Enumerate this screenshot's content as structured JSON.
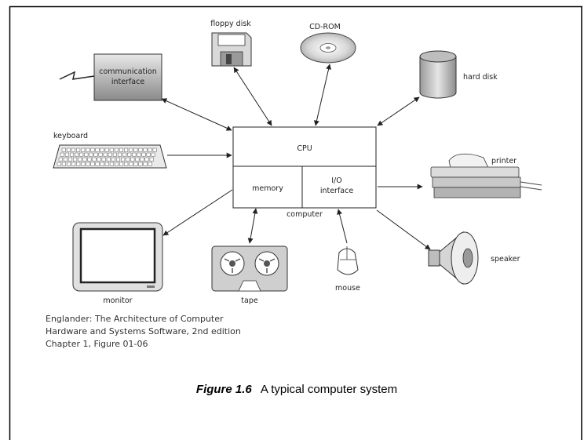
{
  "figure": {
    "cpu_label": "CPU",
    "memory_label": "memory",
    "io_label_line1": "I/O",
    "io_label_line2": "interface",
    "computer_label": "computer",
    "devices": {
      "communication_line1": "communication",
      "communication_line2": "interface",
      "floppy": "floppy disk",
      "cdrom": "CD-ROM",
      "hard_disk": "hard disk",
      "keyboard": "keyboard",
      "printer": "printer",
      "monitor": "monitor",
      "tape": "tape",
      "mouse": "mouse",
      "speaker": "speaker"
    }
  },
  "credit": {
    "line1": "Englander: The Architecture of Computer",
    "line2": "Hardware and Systems Software, 2nd edition",
    "line3": "Chapter 1, Figure 01-06"
  },
  "caption": {
    "number": "Figure 1.6",
    "text": "A typical computer system"
  }
}
